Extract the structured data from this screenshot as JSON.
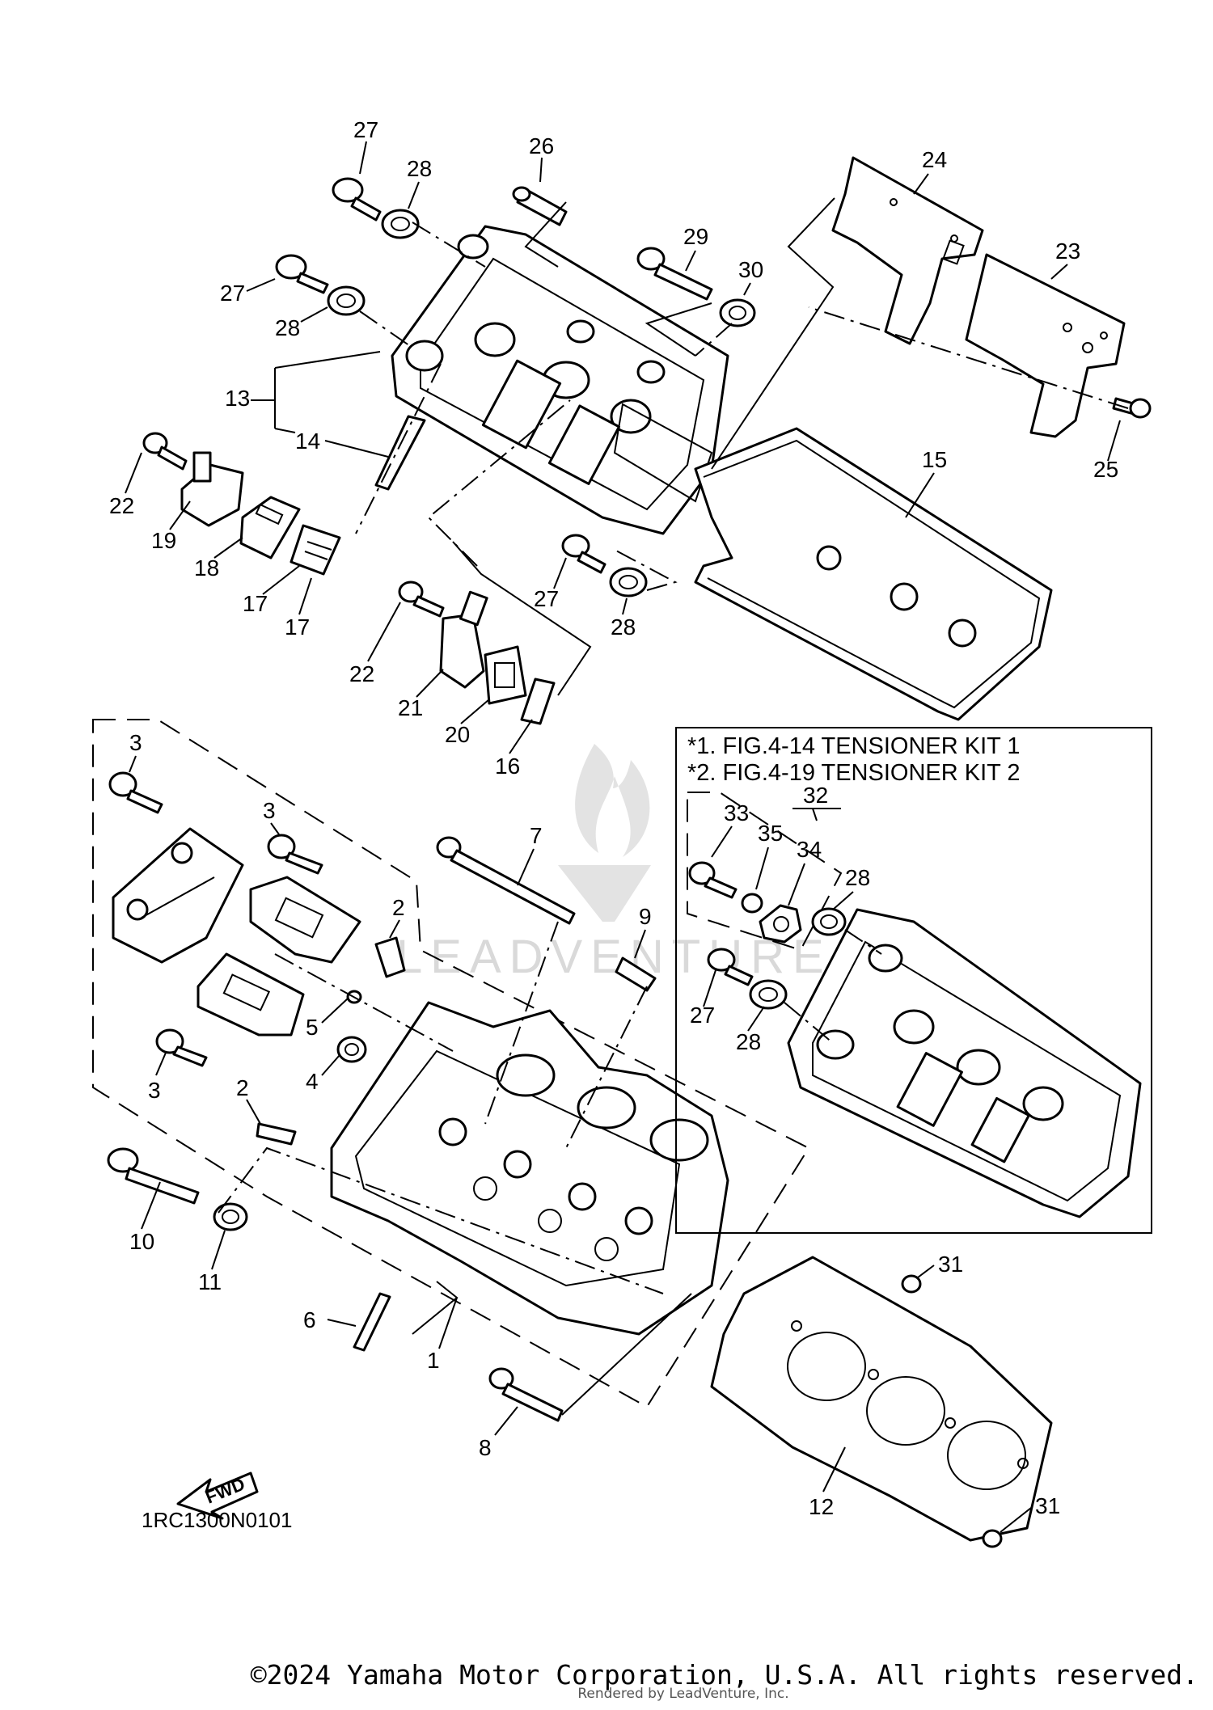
{
  "diagram": {
    "id": "1RC1300N0101",
    "fwd_label": "FWD",
    "notes": [
      "*1. FIG.4-14 TENSIONER KIT 1",
      "*2. FIG.4-19 TENSIONER KIT 2"
    ],
    "callouts": [
      "1",
      "2",
      "3",
      "4",
      "5",
      "6",
      "7",
      "8",
      "9",
      "10",
      "11",
      "12",
      "13",
      "14",
      "15",
      "16",
      "17",
      "18",
      "19",
      "20",
      "21",
      "22",
      "23",
      "24",
      "25",
      "26",
      "27",
      "28",
      "29",
      "30",
      "31",
      "32",
      "33",
      "34",
      "35"
    ]
  },
  "watermark": {
    "text": "LEADVENTURE"
  },
  "footer": {
    "copyright": "©2024 Yamaha Motor Corporation, U.S.A. All rights reserved.",
    "rendered_by": "Rendered by LeadVenture, Inc."
  }
}
